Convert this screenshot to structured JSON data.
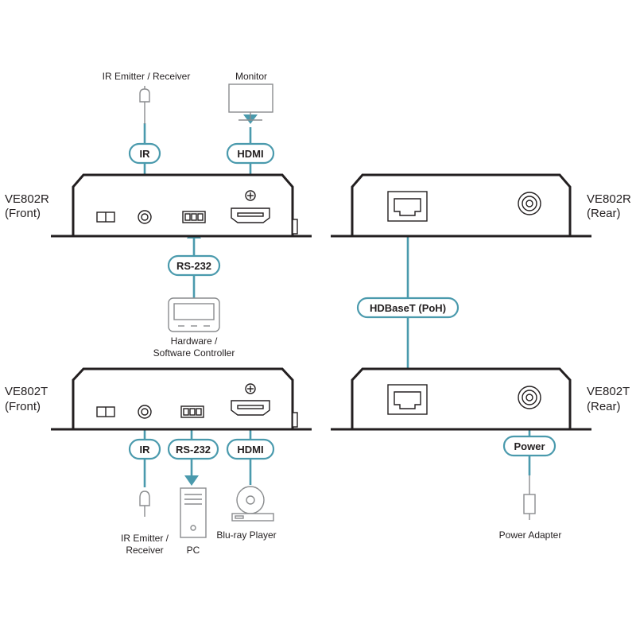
{
  "devices": {
    "r_front": {
      "name": "VE802R",
      "sub": "(Front)"
    },
    "r_rear": {
      "name": "VE802R",
      "sub": "(Rear)"
    },
    "t_front": {
      "name": "VE802T",
      "sub": "(Front)"
    },
    "t_rear": {
      "name": "VE802T",
      "sub": "(Rear)"
    }
  },
  "peripherals": {
    "ir_top": "IR Emitter / Receiver",
    "monitor": "Monitor",
    "controller_line1": "Hardware /",
    "controller_line2": "Software Controller",
    "ir_bottom_line1": "IR Emitter /",
    "ir_bottom_line2": "Receiver",
    "pc": "PC",
    "bluray": "Blu-ray Player",
    "power_adapter": "Power Adapter"
  },
  "connections": {
    "ir_top": "IR",
    "hdmi_top": "HDMI",
    "rs232_top": "RS-232",
    "hdbaset": "HDBaseT (PoH)",
    "ir_bottom": "IR",
    "rs232_bottom": "RS-232",
    "hdmi_bottom": "HDMI",
    "power": "Power"
  },
  "colors": {
    "cable": "#4a9aad",
    "device": "#231f20",
    "peripheral": "#8a8c8e"
  }
}
